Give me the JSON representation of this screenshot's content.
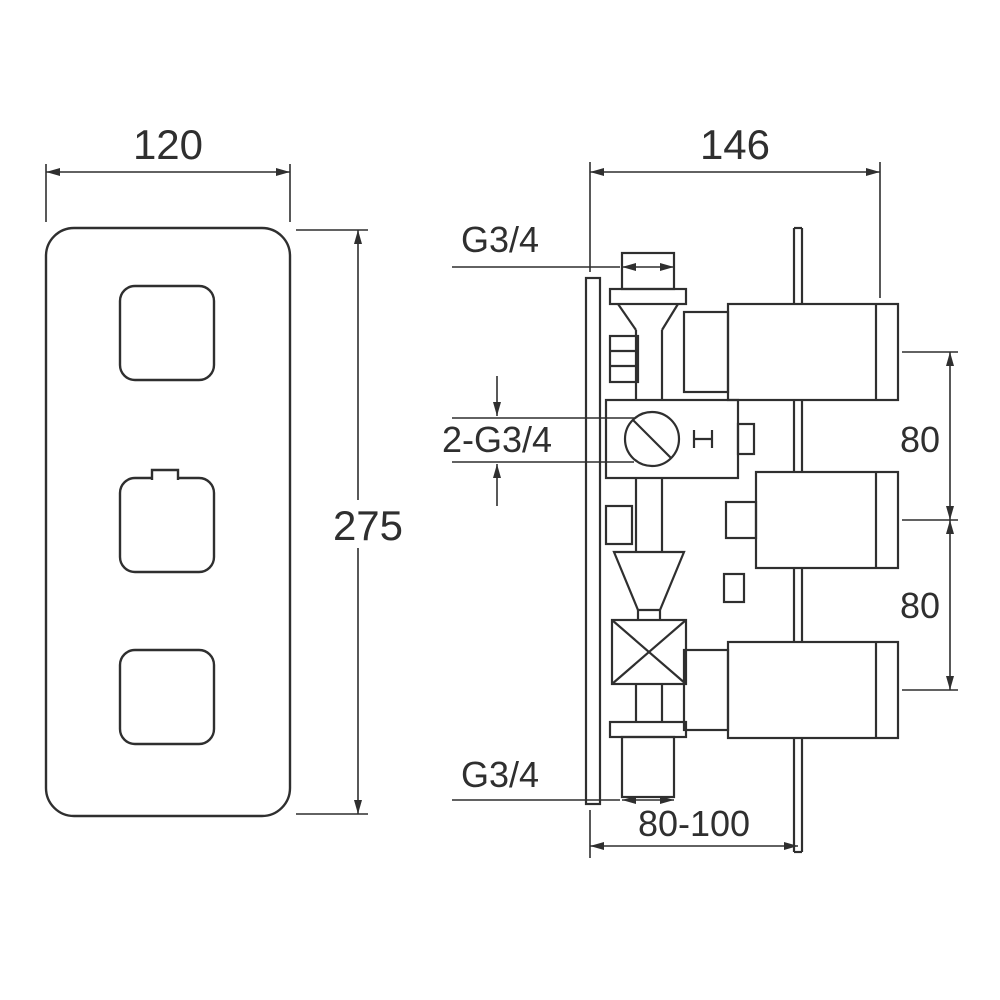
{
  "drawing": {
    "front_view": {
      "width_dim": "120",
      "height_dim": "275"
    },
    "side_view": {
      "depth_dim": "146",
      "top_port_thread": "G3/4",
      "inlet_thread": "2-G3/4",
      "port_spacing_upper": "80",
      "port_spacing_lower": "80",
      "bottom_port_thread": "G3/4",
      "recess_depth_range": "80-100"
    }
  }
}
